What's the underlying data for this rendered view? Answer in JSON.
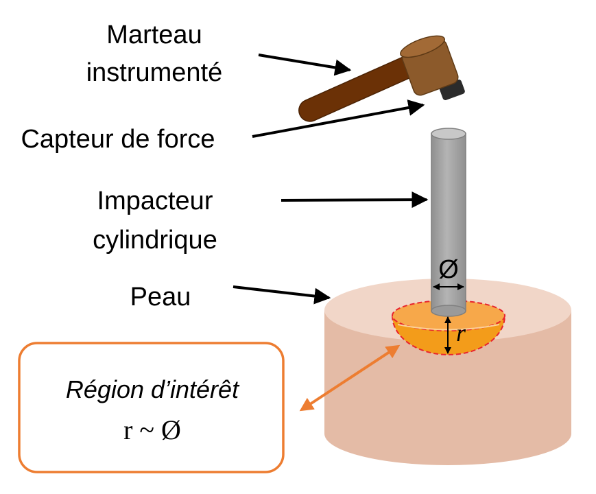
{
  "labels": {
    "hammer_line1": "Marteau",
    "hammer_line2": "instrumenté",
    "force_sensor": "Capteur de force",
    "impactor_line1": "Impacteur",
    "impactor_line2": "cylindrique",
    "skin": "Peau",
    "diameter_symbol": "Ø",
    "radius_symbol": "r",
    "roi_title": "Région d’intérêt",
    "roi_relation": "r ~ Ø"
  },
  "colors": {
    "skin_side": "#e4bba6",
    "skin_top": "#f1d6c8",
    "impactor": "#a6a6a6",
    "hammer_handle": "#6b3106",
    "hammer_head": "#8c5a2b",
    "sensor": "#2b2b2b",
    "region_fill": "#f39c1a",
    "region_outline": "#e8242d",
    "roi_box": "#ed7d31",
    "arrow": "#000000"
  }
}
